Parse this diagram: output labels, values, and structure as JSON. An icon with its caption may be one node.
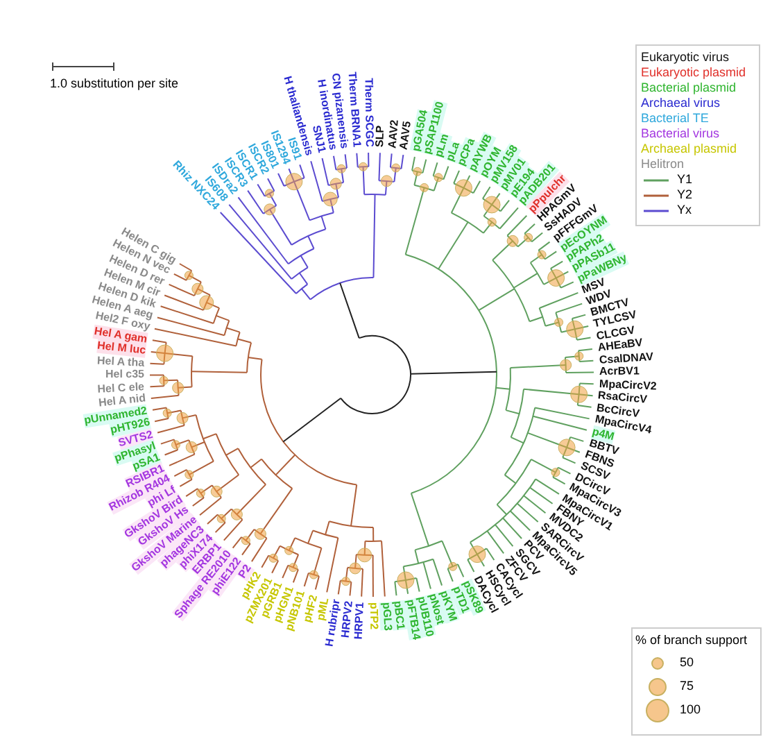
{
  "diagram": {
    "labels": [
      "1.0 substitution per site",
      "Hel A tha",
      "Hel M luc",
      "Hel A gam",
      "Hel2 F oxy",
      "Helen A aeg",
      "Helen D kik",
      "Helen M cir",
      "Helen D rer",
      "Helen N vec",
      "Helen C gig",
      "Rhiz NXC24",
      "IS608",
      "ISDra2",
      "ISCR3",
      "ISCR1",
      "ISCR2",
      "IS801",
      "IS1294",
      "IS91",
      "H thaliandensis",
      "SNJ1",
      "H inordinatus",
      "CN pizanensis",
      "Therm BRNA1",
      "Therm SCGC",
      "SLP",
      "AAV2",
      "AAV5",
      "pGA504",
      "pSAP1100",
      "pLm",
      "pLa",
      "pCPa",
      "pAYWB",
      "pOYM",
      "pMV158",
      "pMV01",
      "pE194",
      "pADB201",
      "pPpulchr",
      "HPAGmV",
      "SsHADV",
      "pFFFGmV",
      "pEcOYNM",
      "pPAPh2",
      "pPASb11",
      "pPaWBNy",
      "MSV",
      "WDV",
      "BMCTV",
      "TYLCSV",
      "CLCGV",
      "Hel c35",
      "Hel C ele",
      "Hel A nid",
      "pUnnamed2",
      "pHT926",
      "SVTS2",
      "pPhasyl",
      "pSA1",
      "RSIBR1",
      "Rhizob R404",
      "phi Lf",
      "GkshoV Bird",
      "GkshoV Hs",
      "GkshoV Marine",
      "phageNC3",
      "phiX174",
      "ERBP1",
      "Sphage RE2010",
      "phiE122",
      "P2",
      "pHK2",
      "pZMX201",
      "pGRB1",
      "pHGN1",
      "pNB101",
      "pHF2",
      "pML",
      "H rubripr",
      "HRPV2",
      "HRPV1",
      "pTP2",
      "pGL3",
      "pBC1",
      "pFTB14",
      "pUB110",
      "pNost",
      "pKYM",
      "pTD1",
      "pSK89",
      "DACycl",
      "HSCycl",
      "CACycl",
      "ZFCV",
      "SGCV",
      "PCV",
      "MpaCircV5",
      "SARCircV",
      "MVDC2",
      "FBNY",
      "MpaCircV1",
      "MpaCircV3",
      "DCircV",
      "SCSV",
      "FBNS",
      "BBTV",
      "p4M",
      "MpaCircV4",
      "BcCircV",
      "RsaCircV",
      "MpaCircV2",
      "AcrBV1",
      "CsalDNAV",
      "AHEaBV",
      "% of branch support"
    ],
    "legend": [
      {
        "text": "Eukaryotic virus",
        "color": "#111111"
      },
      {
        "text": "Eukaryotic plasmid",
        "color": "#e0302a"
      },
      {
        "text": "Bacterial plasmid",
        "color": "#2fb52f"
      },
      {
        "text": "Archaeal virus",
        "color": "#2a2ad0"
      },
      {
        "text": "Bacterial TE",
        "color": "#2fa8dc"
      },
      {
        "text": "Bacterial virus",
        "color": "#a336e0"
      },
      {
        "text": "Archaeal plasmid",
        "color": "#c6c600"
      },
      {
        "text": "Helitron",
        "color": "#8a8a8a"
      },
      {
        "text": "Y1"
      },
      {
        "text": "Y2"
      },
      {
        "text": "Yx"
      },
      {
        "text": "50"
      },
      {
        "text": "75"
      },
      {
        "text": "100"
      }
    ]
  }
}
